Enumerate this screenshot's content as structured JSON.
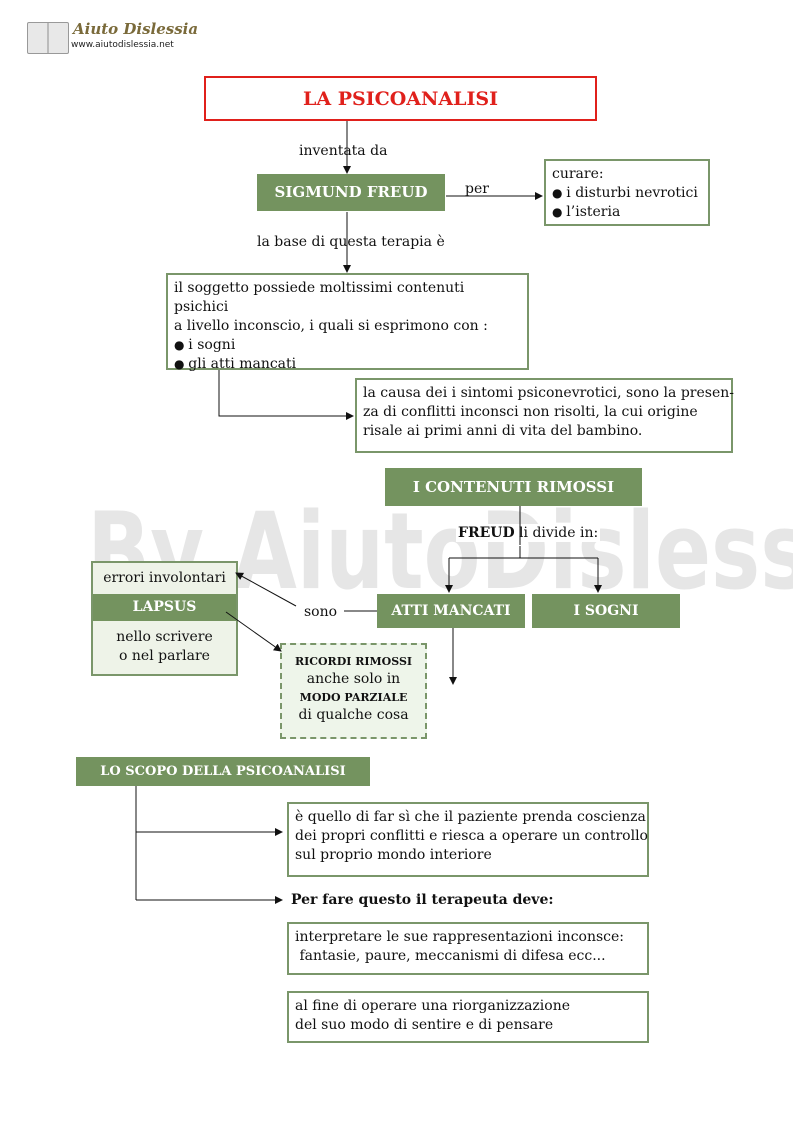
{
  "header": {
    "logo_title": "Aiuto Dislessia",
    "logo_url": "www.aiutodislessia.net"
  },
  "watermark": "By AiutoDislessia.net",
  "colors": {
    "green": "#74935f",
    "border_green": "#7a966a",
    "title_red": "#e0201b"
  },
  "title": "LA PSICOANALISI",
  "invented_label": "inventata da",
  "freud_box": "SIGMUND FREUD",
  "per_label": "per",
  "cure": {
    "heading": "curare:",
    "items": [
      "i disturbi nevrotici",
      "l’isteria"
    ]
  },
  "basis_label": "la base di questa terapia è",
  "subject": {
    "line1": "il soggetto possiede moltissimi contenuti psichici",
    "line2": "a livello inconscio,  i quali si esprimono con :",
    "items": [
      "i sogni",
      "gli atti mancati"
    ]
  },
  "cause": {
    "line1": "la causa dei i sintomi psiconevrotici, sono  la presen-",
    "line2": "za di conflitti inconsci non risolti, la cui origine",
    "line3": "risale  ai primi anni di vita del bambino."
  },
  "contents_box": "I CONTENUTI RIMOSSI",
  "divides": {
    "bold": "FREUD",
    "rest": " li divide in:"
  },
  "atti_box": "ATTI  MANCATI",
  "sogni_box": "I SOGNI",
  "sono_label": "sono",
  "lapsus": {
    "top": "errori involontari",
    "title": "LAPSUS",
    "line1": "nello scrivere",
    "line2": "o nel parlare"
  },
  "ricordi": {
    "line1": "RICORDI RIMOSSI",
    "line2": "anche solo in",
    "line3": "MODO PARZIALE",
    "line4": "di qualche cosa"
  },
  "scope_box": "LO SCOPO DELLA PSICOANALISI",
  "scope_text": {
    "line1": "è quello di far sì che il paziente  prenda  coscienza",
    "line2": "dei  propri  conflitti  e riesca a operare un controllo",
    "line3": "sul proprio mondo interiore"
  },
  "therapist_label": "Per fare questo il terapeuta deve:",
  "interpret": {
    "line1": "interpretare  le sue rappresentazioni inconsce:",
    "line2": " fantasie, paure, meccanismi di difesa ecc..."
  },
  "reorg": {
    "line1": "al fine di operare una  riorganizzazione",
    "line2": "del suo modo di sentire e di pensare"
  }
}
